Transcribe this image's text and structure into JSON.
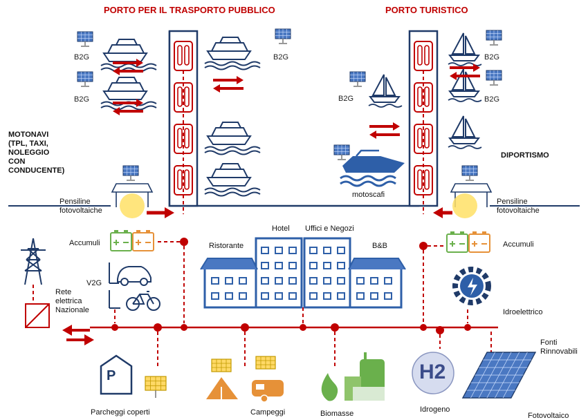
{
  "titles": {
    "public_port": "PORTO PER IL TRASPORTO PUBBLICO",
    "tourist_port": "PORTO TURISTICO"
  },
  "left_heading": [
    "MOTONAVI",
    "(TPL, TAXI,",
    "NOLEGGIO",
    "CON",
    "CONDUCENTE)"
  ],
  "right_heading": "DIPORTISMO",
  "b2g": "B2G",
  "labels": {
    "pensiline_left": [
      "Pensiline",
      "fotovoltaiche"
    ],
    "pensiline_right": [
      "Pensiline",
      "fotovoltaiche"
    ],
    "accumuli_left": "Accumuli",
    "accumuli_right": "Accumuli",
    "v2g": "V2G",
    "rete": [
      "Rete",
      "elettrica",
      "Nazionale"
    ],
    "motoscafi": "motoscafi",
    "hotel": "Hotel",
    "uffici": "Uffici e Negozi",
    "ristorante": "Ristorante",
    "bb": "B&B",
    "idroelettrico": "Idroelettrico",
    "fonti": [
      "Fonti",
      "Rinnovabili"
    ],
    "parcheggi": "Parcheggi coperti",
    "campeggi": "Campeggi",
    "biomasse": "Biomasse",
    "idrogeno": "Idrogeno",
    "fotovoltaico": "Fotovoltaico",
    "h2_symbol": "H2",
    "parking_symbol": "P"
  },
  "colors": {
    "red": "#c00000",
    "navy": "#1f3a68",
    "blue": "#2e5fa8",
    "panel": "#4a78c2",
    "green": "#6ab04c",
    "orange": "#e69138",
    "yellow": "#ffe066"
  }
}
